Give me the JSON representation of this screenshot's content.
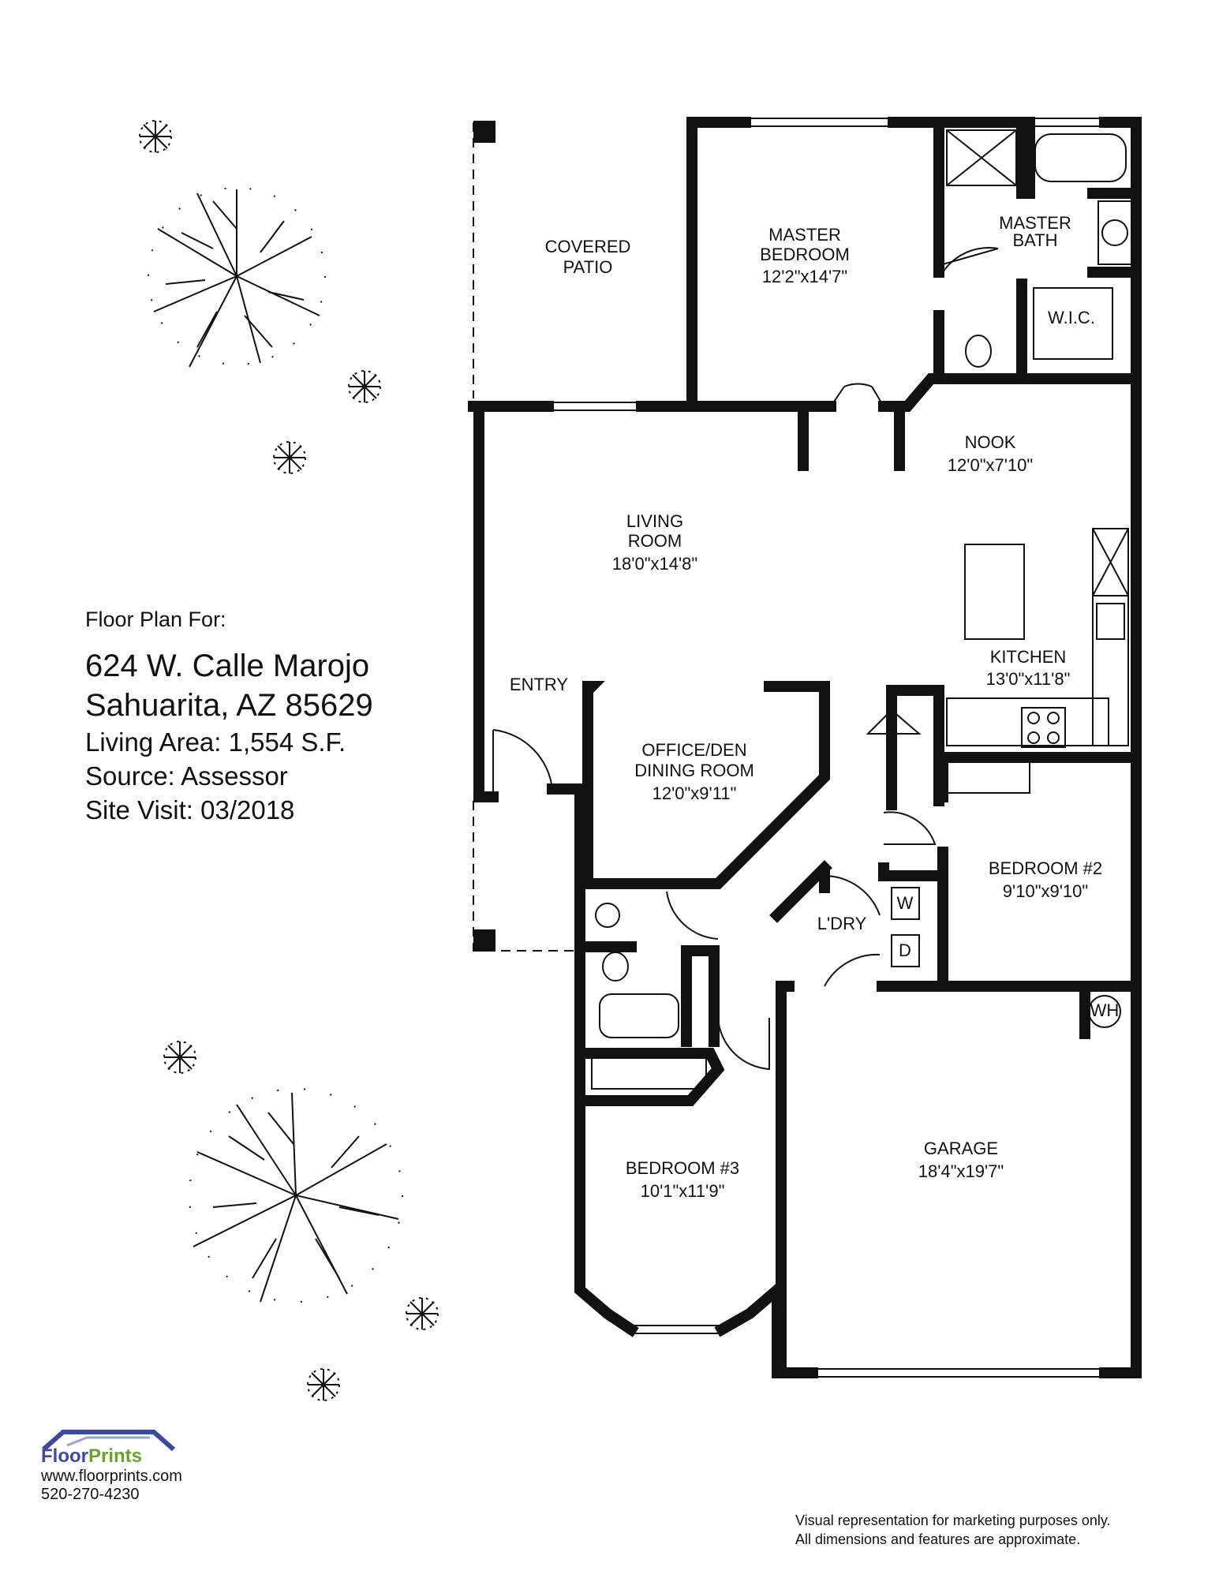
{
  "info": {
    "intro": "Floor Plan For:",
    "street": "624 W. Calle Marojo",
    "city": "Sahuarita, AZ  85629",
    "living_area": "Living Area:  1,554 S.F.",
    "source": "Source:  Assessor",
    "site_visit": "Site Visit:  03/2018"
  },
  "rooms": {
    "covered_patio": {
      "l1": "COVERED",
      "l2": "PATIO"
    },
    "master_bedroom": {
      "l1": "MASTER",
      "l2": "BEDROOM",
      "dim": "12'2\"x14'7\""
    },
    "master_bath": {
      "l1": "MASTER",
      "l2": "BATH"
    },
    "wic": "W.I.C.",
    "nook": {
      "l1": "NOOK",
      "dim": "12'0\"x7'10\""
    },
    "living_room": {
      "l1": "LIVING",
      "l2": "ROOM",
      "dim": "18'0\"x14'8\""
    },
    "kitchen": {
      "l1": "KITCHEN",
      "dim": "13'0\"x11'8\""
    },
    "entry": "ENTRY",
    "office": {
      "l1": "OFFICE/DEN",
      "l2": "DINING ROOM",
      "dim": "12'0\"x9'11\""
    },
    "bedroom2": {
      "l1": "BEDROOM #2",
      "dim": "9'10\"x9'10\""
    },
    "laundry": "L'DRY",
    "washer": "W",
    "dryer": "D",
    "water_heater": "WH",
    "bedroom3": {
      "l1": "BEDROOM #3",
      "dim": "10'1\"x11'9\""
    },
    "garage": {
      "l1": "GARAGE",
      "dim": "18'4\"x19'7\""
    }
  },
  "footer": {
    "brand_a": "Floor",
    "brand_b": "Prints",
    "website": "www.floorprints.com",
    "phone": "520-270-4230",
    "disclaimer_1": "Visual representation for marketing purposes only.",
    "disclaimer_2": "All dimensions and features are approximate."
  },
  "colors": {
    "walls": "#111111",
    "brand_blue": "#3b4aa0",
    "brand_green": "#6aa22e"
  }
}
